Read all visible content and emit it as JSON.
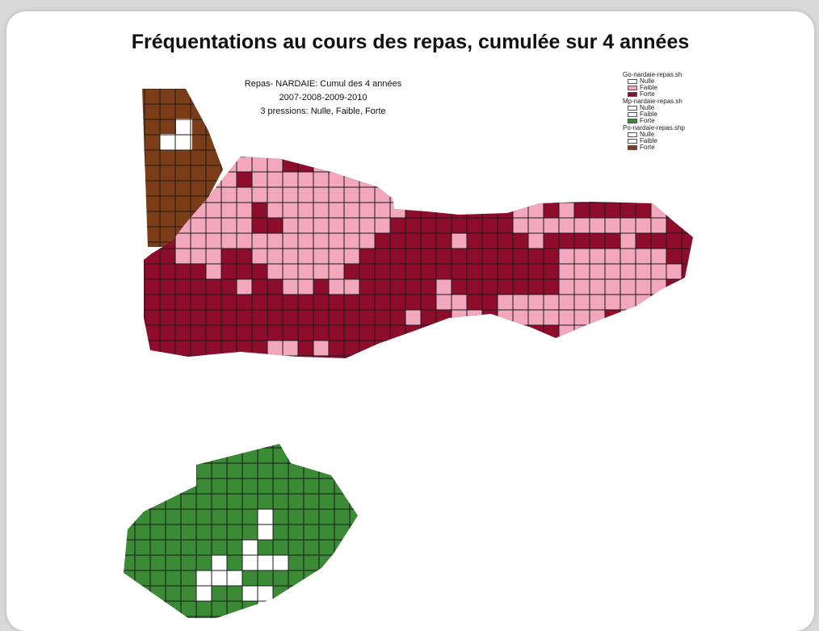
{
  "title": "Fréquentations au cours des repas, cumulée sur 4 années",
  "subtitle": {
    "line1": "Repas- NARDAIE: Cumul des 4 années",
    "line2": "2007-2008-2009-2010",
    "line3": "3 pressions: Nulle, Faible, Forte"
  },
  "legend": [
    {
      "layer": "Go-nardaie-repas.sh",
      "items": [
        {
          "label": "Nulle",
          "color": "#ffffff"
        },
        {
          "label": "Faible",
          "color": "#f2a7bd"
        },
        {
          "label": "Forte",
          "color": "#8e0d2c"
        }
      ]
    },
    {
      "layer": "Mp-nardaie-repas.sh",
      "items": [
        {
          "label": "Nulle",
          "color": "#ffffff"
        },
        {
          "label": "Faible",
          "color": "#ffffff"
        },
        {
          "label": "Forte",
          "color": "#3b8a35"
        }
      ]
    },
    {
      "layer": "Po-nardaie-repas.shp",
      "items": [
        {
          "label": "Nulle",
          "color": "#ffffff"
        },
        {
          "label": "Faible",
          "color": "#ffffff"
        },
        {
          "label": "Forte",
          "color": "#7a3d17"
        }
      ]
    }
  ],
  "colors": {
    "go_forte": "#8e0d2c",
    "go_faible": "#f2a7bd",
    "mp_forte": "#3b8a35",
    "po_forte": "#7a3d17",
    "nulle": "#ffffff",
    "grid": "#1a1a1a"
  }
}
